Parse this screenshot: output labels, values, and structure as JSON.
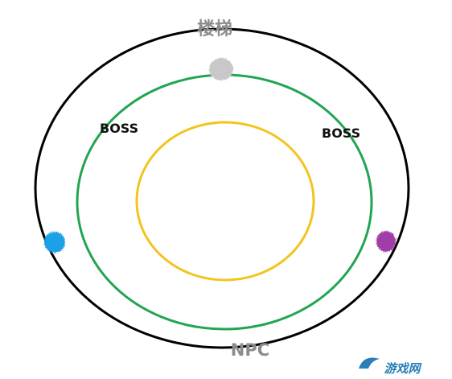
{
  "map": {
    "top_label": "楼梯",
    "bottom_label": "NPC",
    "boss_left_label": "BOSS",
    "boss_right_label": "BOSS",
    "rings": [
      {
        "name": "outer",
        "color": "#000000"
      },
      {
        "name": "middle",
        "color": "#22a550"
      },
      {
        "name": "inner",
        "color": "#f2c41d"
      }
    ],
    "markers": [
      {
        "name": "top",
        "color": "#c8c8c8"
      },
      {
        "name": "left",
        "color": "#1da1e6"
      },
      {
        "name": "right",
        "color": "#a13ea8"
      }
    ]
  },
  "watermark": {
    "text": "游戏网",
    "color": "#2a7fb8"
  }
}
